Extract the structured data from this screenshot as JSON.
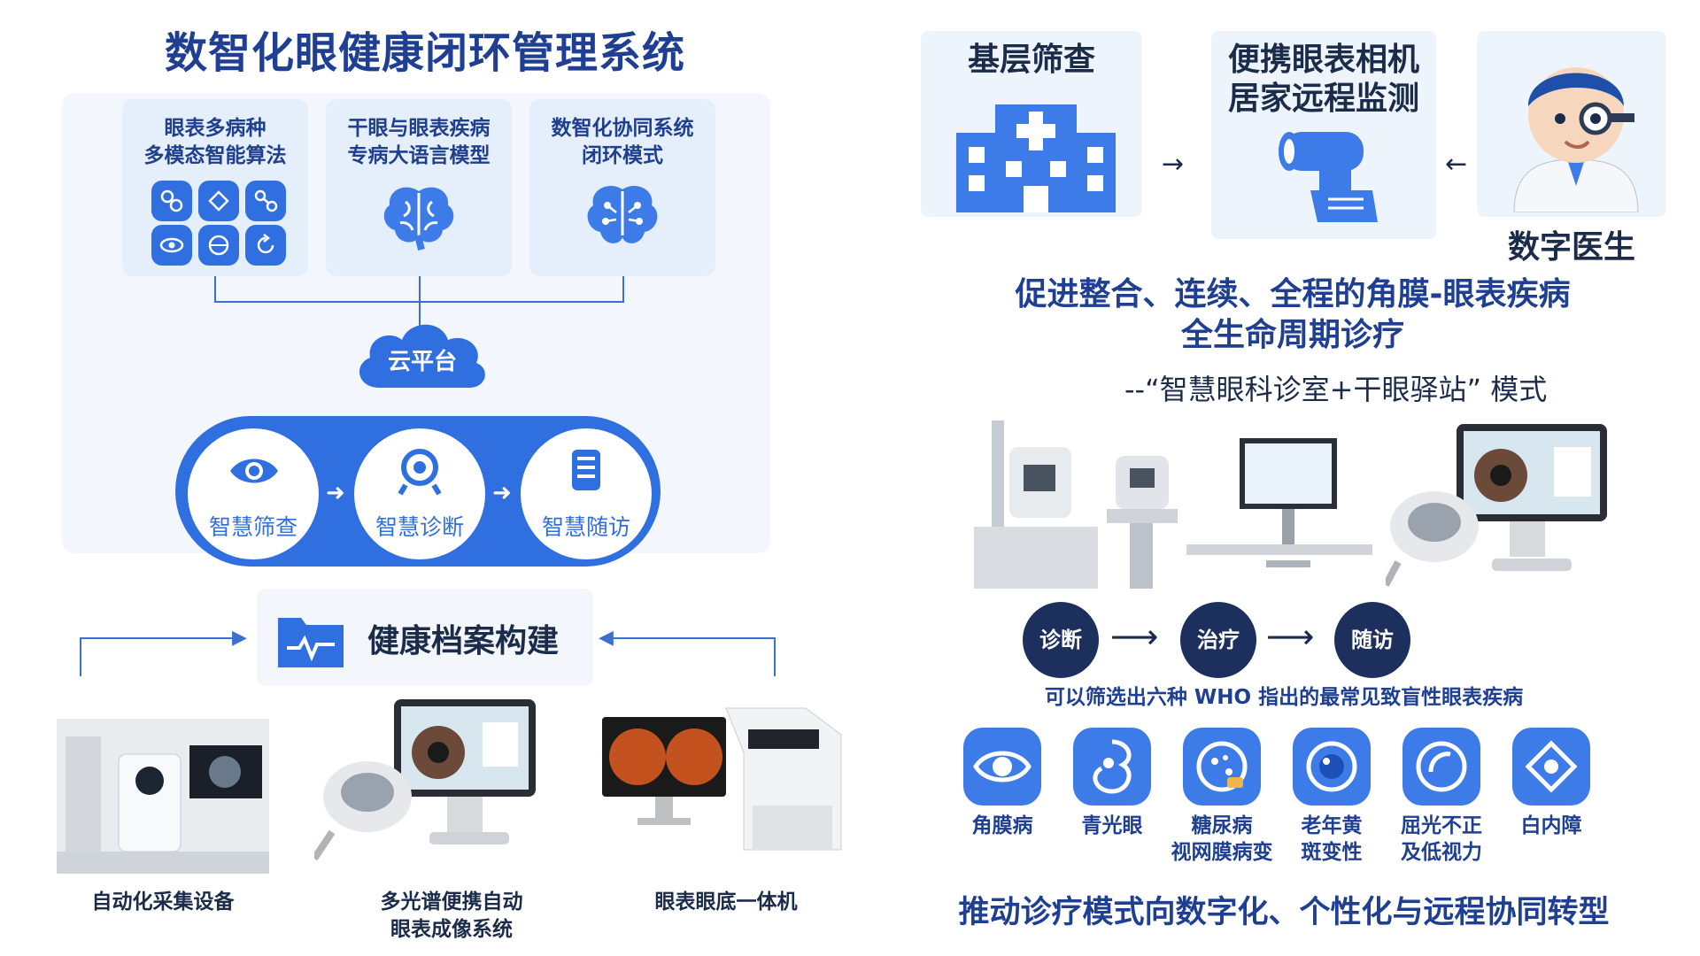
{
  "left": {
    "title": "数智化眼健康闭环管理系统",
    "cards": [
      {
        "line1": "眼表多病种",
        "line2": "多模态智能算法"
      },
      {
        "line1": "干眼与眼表疾病",
        "line2": "专病大语言模型"
      },
      {
        "line1": "数智化协同系统",
        "line2": "闭环模式"
      }
    ],
    "cloud": "云平台",
    "flow": [
      "智慧筛查",
      "智慧诊断",
      "智慧随访"
    ],
    "archive": "健康档案构建",
    "devices": [
      {
        "line1": "自动化采集设备",
        "line2": ""
      },
      {
        "line1": "多光谱便携自动",
        "line2": "眼表成像系统"
      },
      {
        "line1": "眼表眼底一体机",
        "line2": ""
      }
    ]
  },
  "right": {
    "screening": "基层筛查",
    "portable": {
      "line1": "便携眼表相机",
      "line2": "居家远程监测"
    },
    "doctor": "数字医生",
    "headline1": "促进整合、连续、全程的角膜-眼表疾病",
    "headline2": "全生命周期诊疗",
    "mode": "--“智慧眼科诊室+干眼驿站” 模式",
    "steps": [
      "诊断",
      "治疗",
      "随访"
    ],
    "who_text": "可以筛选出六种 WHO 指出的最常见致盲性眼表疾病",
    "diseases": [
      {
        "line1": "角膜病",
        "line2": ""
      },
      {
        "line1": "青光眼",
        "line2": ""
      },
      {
        "line1": "糖尿病",
        "line2": "视网膜病变"
      },
      {
        "line1": "老年黄",
        "line2": "斑变性"
      },
      {
        "line1": "屈光不正",
        "line2": "及低视力"
      },
      {
        "line1": "白内障",
        "line2": ""
      }
    ],
    "footer": "推动诊疗模式向数字化、个性化与远程协同转型"
  },
  "colors": {
    "accent": "#2f6fe0",
    "navy": "#1e3f92",
    "dark_pill": "#1d2f5c"
  }
}
